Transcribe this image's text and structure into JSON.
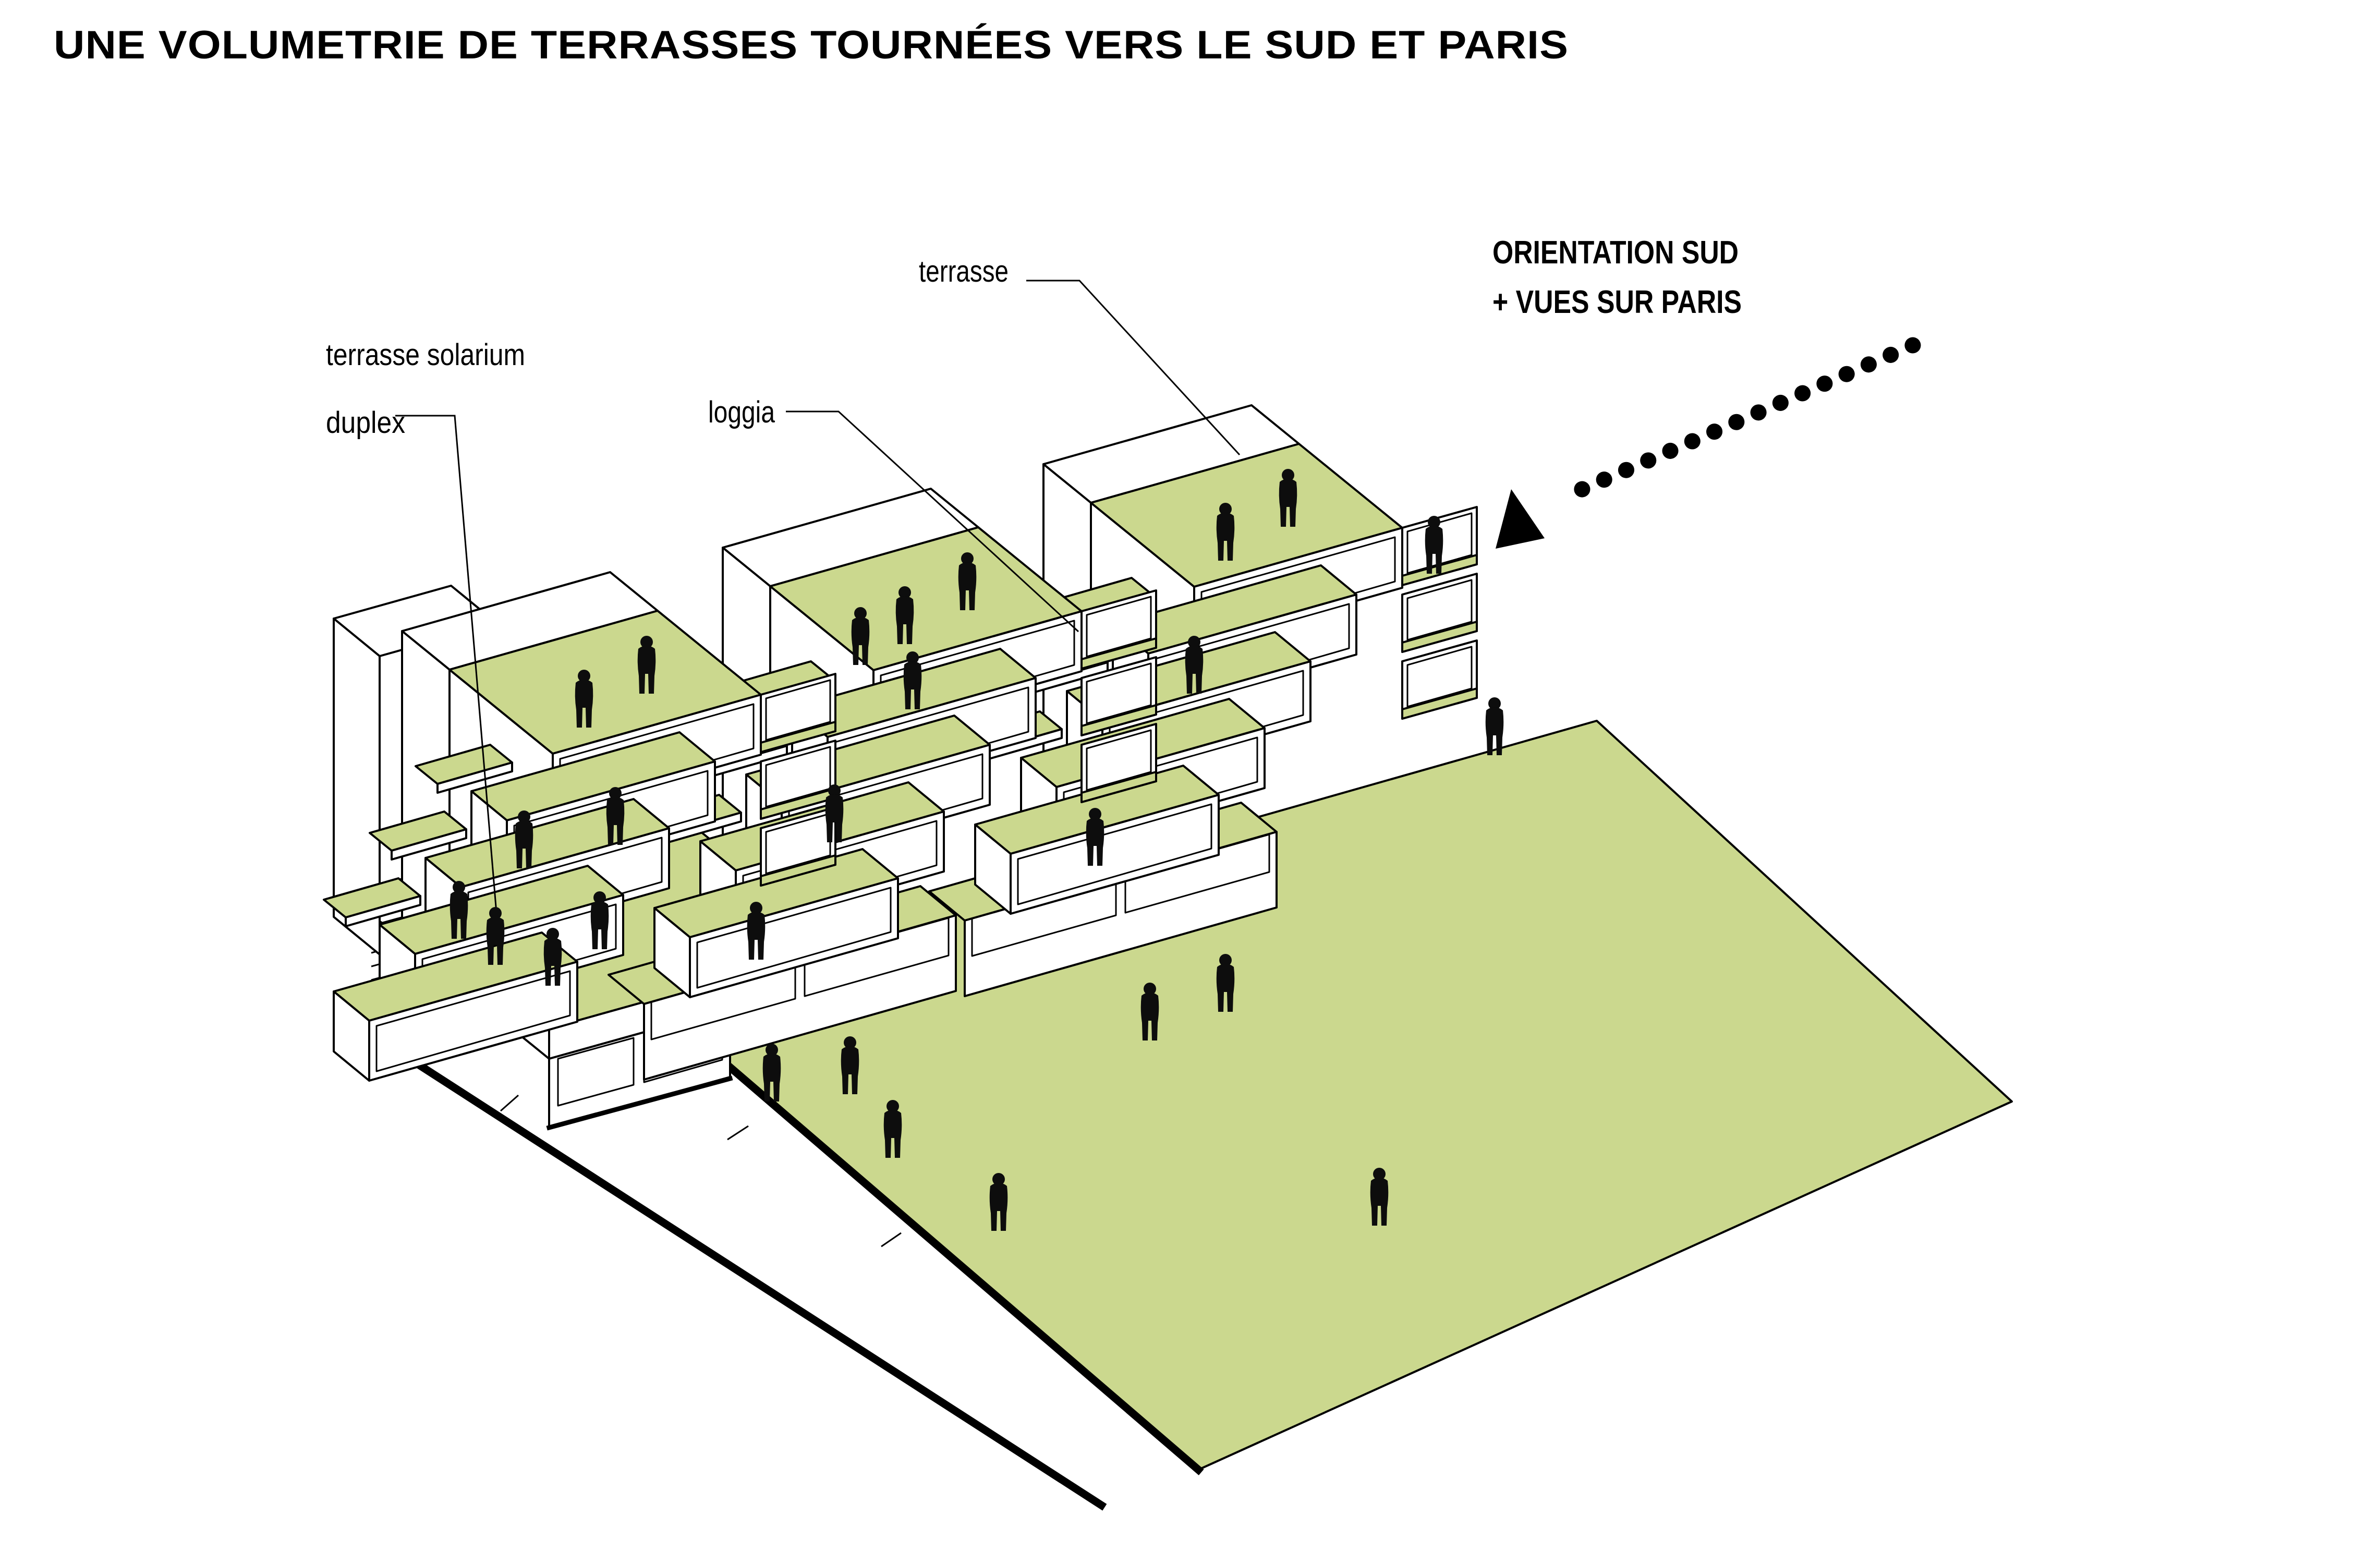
{
  "title": "UNE VOLUMETRIE DE TERRASSES TOURNÉES VERS LE SUD ET PARIS",
  "annotations": {
    "terrace_label": "terrasse",
    "solarium_label_line1": "terrasse solarium",
    "solarium_label_line2": "duplex",
    "loggia_label": "loggia",
    "orientation_line1": "ORIENTATION SUD",
    "orientation_line2": "+ VUES SUR PARIS"
  },
  "colors": {
    "paper": "#ffffff",
    "ink": "#000000",
    "green": "#cbd88e",
    "figure": "#0d0d0d"
  }
}
